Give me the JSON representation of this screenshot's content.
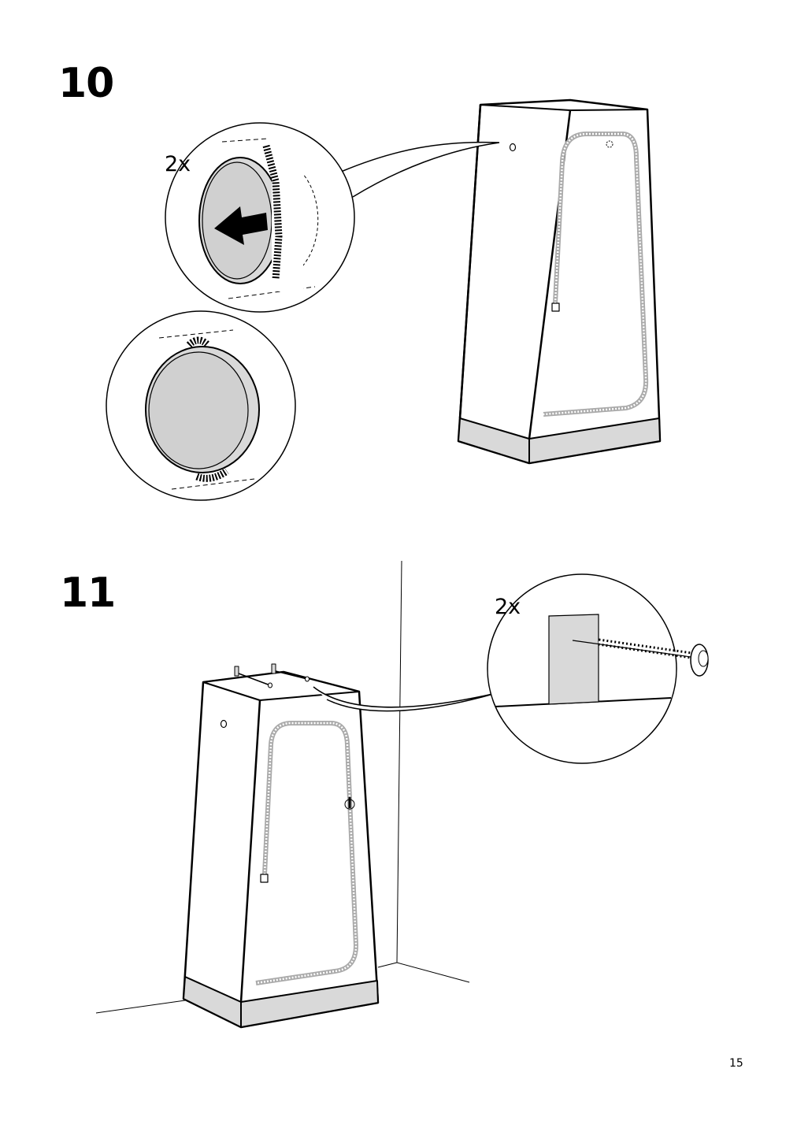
{
  "steps": [
    {
      "number": "10",
      "quantity": "2x"
    },
    {
      "number": "11",
      "quantity": "2x"
    }
  ],
  "page_number": "15",
  "colors": {
    "line": "#000000",
    "fill_grey": "#d9d9d9",
    "background": "#ffffff"
  }
}
